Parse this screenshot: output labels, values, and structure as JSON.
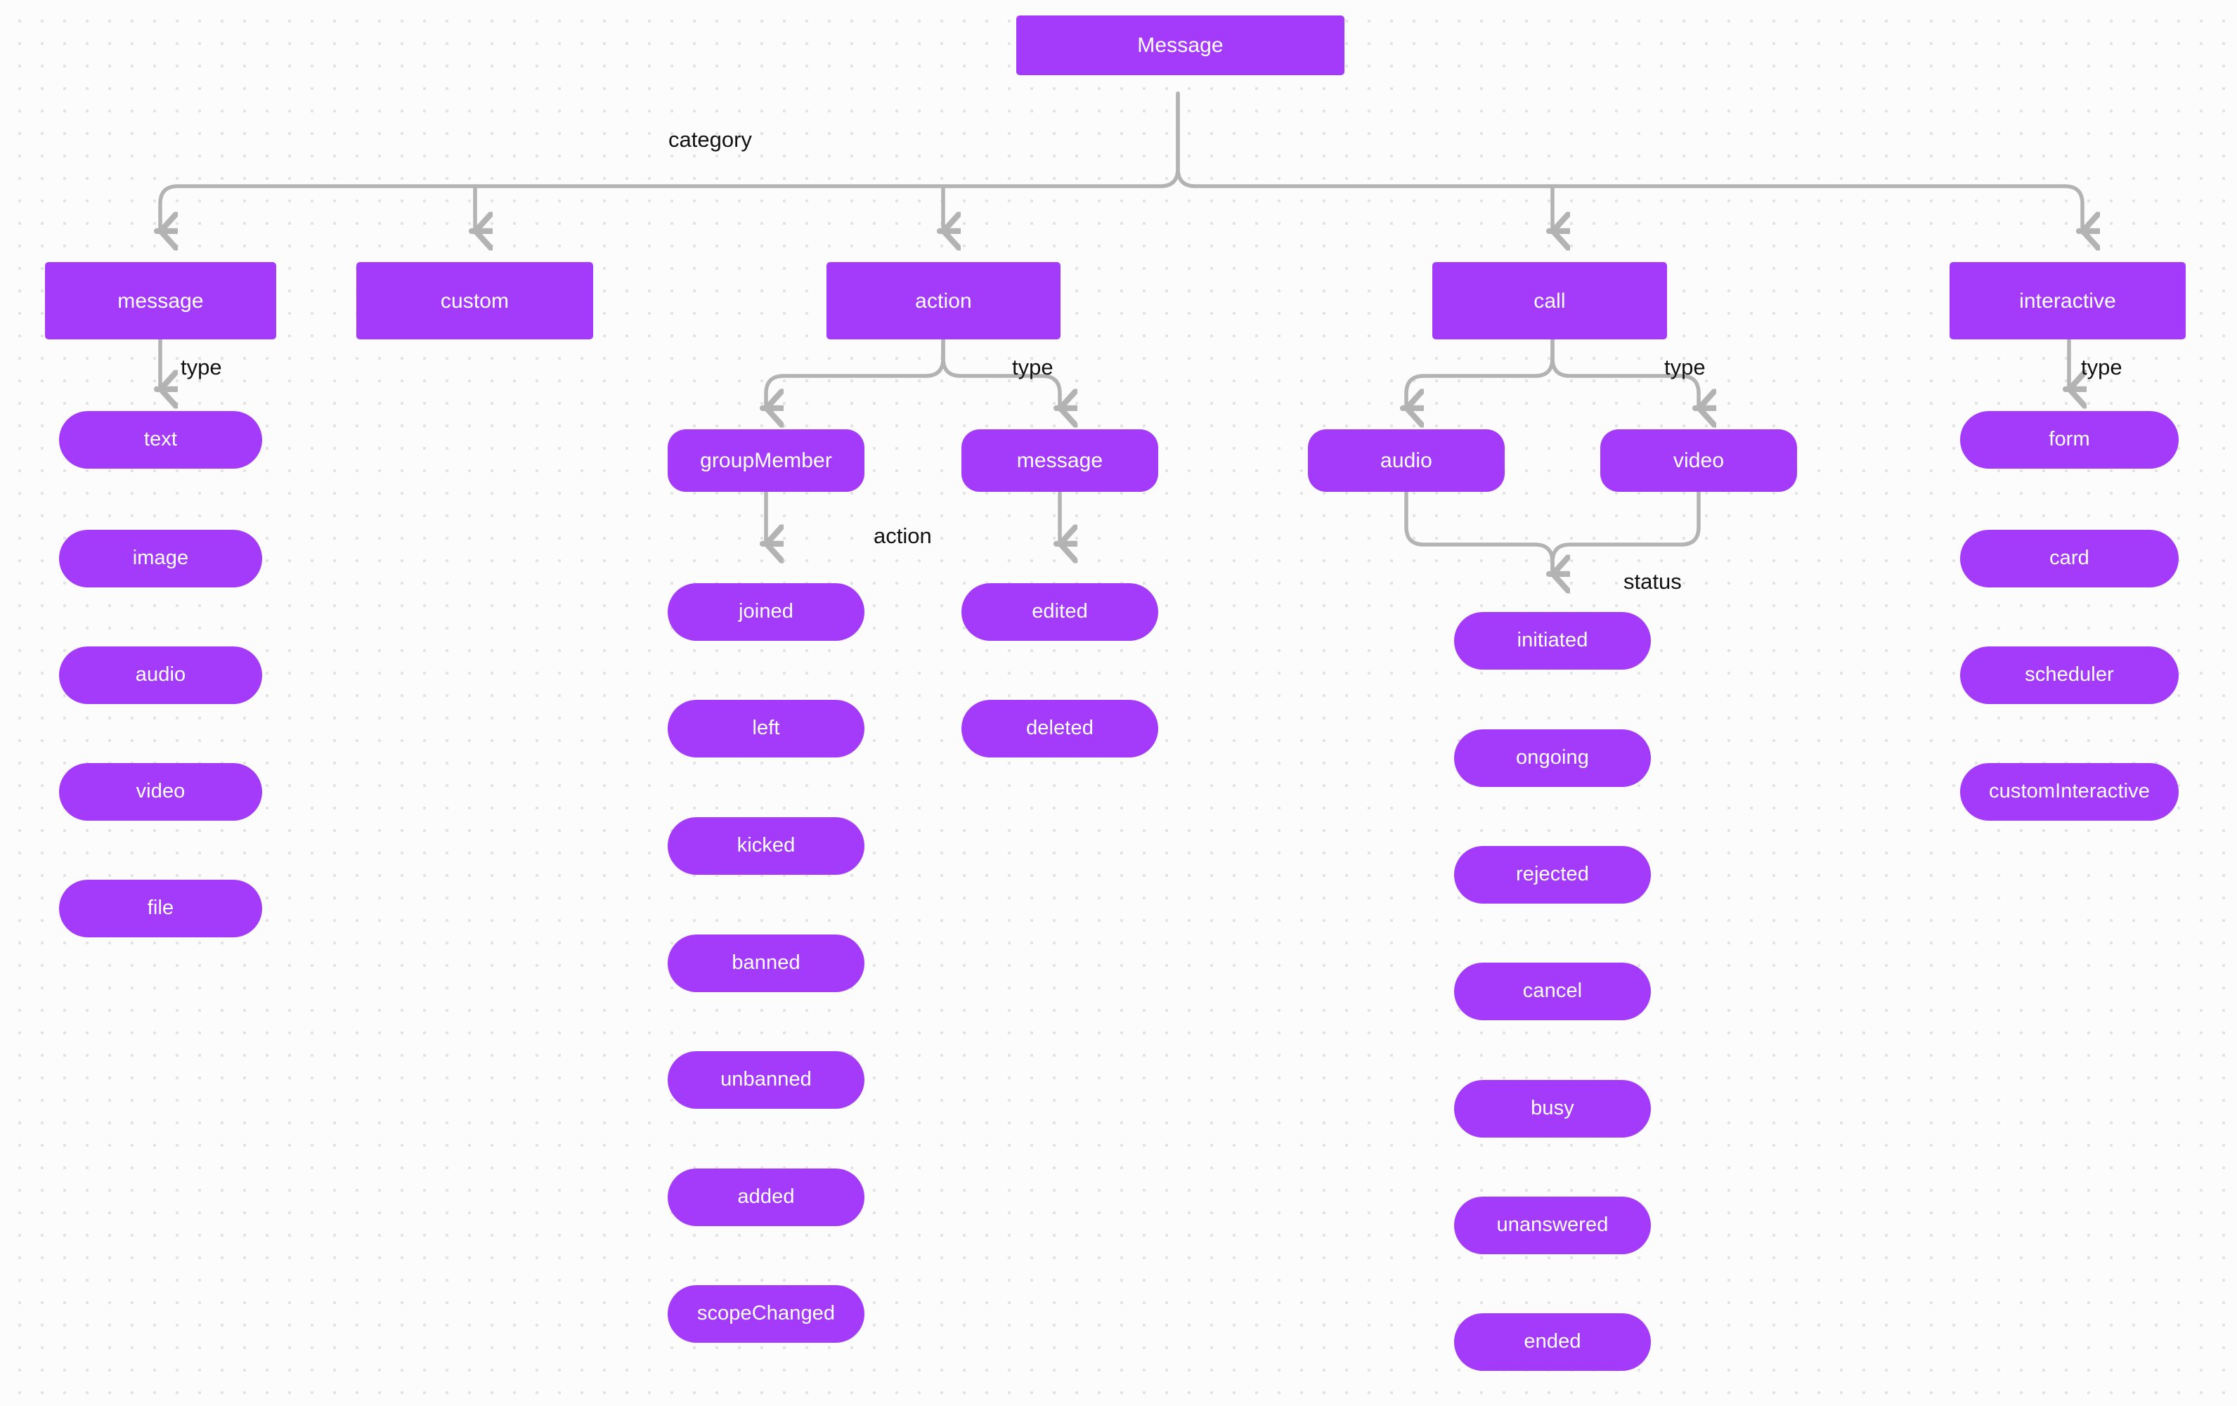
{
  "diagram": {
    "title": "Message",
    "accent_color": "#A43AFA",
    "edge_color": "#B3B3B3",
    "label_color": "#121212",
    "background_color": "#FCFCFC",
    "grid_dot_color": "#E3E3E3"
  },
  "root": {
    "label": "Message"
  },
  "edge_labels": {
    "category": "category",
    "message_type": "type",
    "action_type": "type",
    "call_type": "type",
    "interactive_type": "type",
    "group_member_action": "action",
    "call_status": "status"
  },
  "categories": [
    {
      "label": "message"
    },
    {
      "label": "custom"
    },
    {
      "label": "action"
    },
    {
      "label": "call"
    },
    {
      "label": "interactive"
    }
  ],
  "message_types": [
    {
      "label": "text"
    },
    {
      "label": "image"
    },
    {
      "label": "audio"
    },
    {
      "label": "video"
    },
    {
      "label": "file"
    }
  ],
  "action_types": [
    {
      "label": "groupMember"
    },
    {
      "label": "message"
    }
  ],
  "group_member_actions": [
    {
      "label": "joined"
    },
    {
      "label": "left"
    },
    {
      "label": "kicked"
    },
    {
      "label": "banned"
    },
    {
      "label": "unbanned"
    },
    {
      "label": "added"
    },
    {
      "label": "scopeChanged"
    }
  ],
  "message_actions": [
    {
      "label": "edited"
    },
    {
      "label": "deleted"
    }
  ],
  "call_types": [
    {
      "label": "audio"
    },
    {
      "label": "video"
    }
  ],
  "call_statuses": [
    {
      "label": "initiated"
    },
    {
      "label": "ongoing"
    },
    {
      "label": "rejected"
    },
    {
      "label": "cancel"
    },
    {
      "label": "busy"
    },
    {
      "label": "unanswered"
    },
    {
      "label": "ended"
    }
  ],
  "interactive_types": [
    {
      "label": "form"
    },
    {
      "label": "card"
    },
    {
      "label": "scheduler"
    },
    {
      "label": "customInteractive"
    }
  ]
}
